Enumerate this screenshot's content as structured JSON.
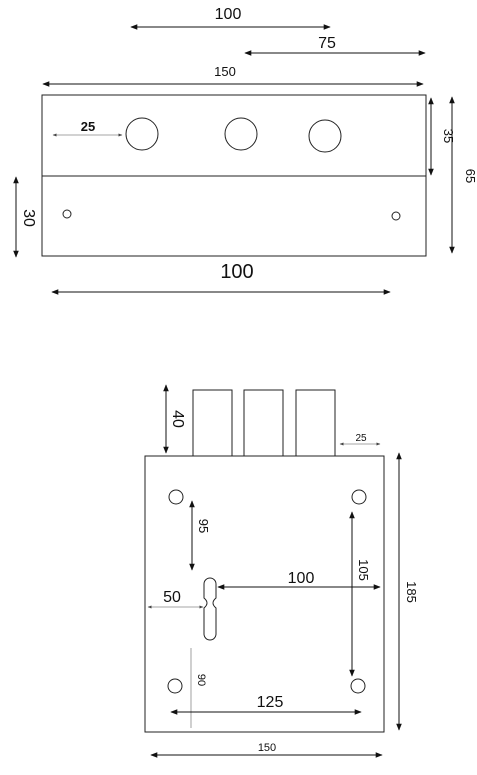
{
  "front_view": {
    "dim_top_100": "100",
    "dim_top_75": "75",
    "dim_overall_150": "150",
    "dim_hole_offset_25": "25",
    "dim_upper_height_35": "35",
    "dim_total_height_65": "65",
    "dim_left_height_30": "30",
    "dim_bottom_width_100": "100"
  },
  "plan_view": {
    "dim_protrusion_40": "40",
    "dim_gap_25": "25",
    "dim_hole_vertical_95": "95",
    "dim_slot_to_edge_100": "100",
    "dim_hole_spacing_105": "105",
    "dim_overall_height_185": "185",
    "dim_slot_offset_50": "50",
    "dim_lower_90": "90",
    "dim_hole_centers_125": "125",
    "dim_overall_width_150": "150"
  }
}
